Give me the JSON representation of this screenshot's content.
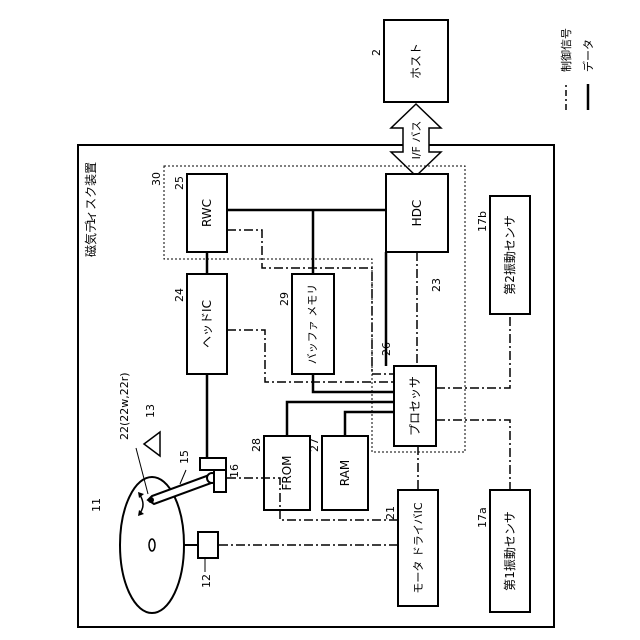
{
  "blocks": {
    "host": "ホスト",
    "device": "磁気ディスク装置",
    "hdc": "HDC",
    "rwc": "RWC",
    "head_ic": "ヘッドIC",
    "buffer_memory": "バッファ メモリ",
    "processor": "プロセッサ",
    "from": "FROM",
    "ram": "RAM",
    "motor_driver_ic": "モータ ドライバIC",
    "sensor_1": "第1振動センサ",
    "sensor_2": "第2振動センサ"
  },
  "interface": "I/F バス",
  "refs": {
    "device": "1",
    "host": "2",
    "disk": "11",
    "spindle_motor": "12",
    "vcm": "13",
    "arm": "15",
    "head_amp": "16",
    "sensor_1": "17a",
    "sensor_2": "17b",
    "motor_driver_ic": "21",
    "head": "22(22w,22r)",
    "controller": "23",
    "head_ic": "24",
    "rwc": "25",
    "processor": "26",
    "ram": "27",
    "from": "28",
    "buffer_memory": "29",
    "soc": "30"
  },
  "legend": {
    "control": "制御信号",
    "data": "データ"
  }
}
